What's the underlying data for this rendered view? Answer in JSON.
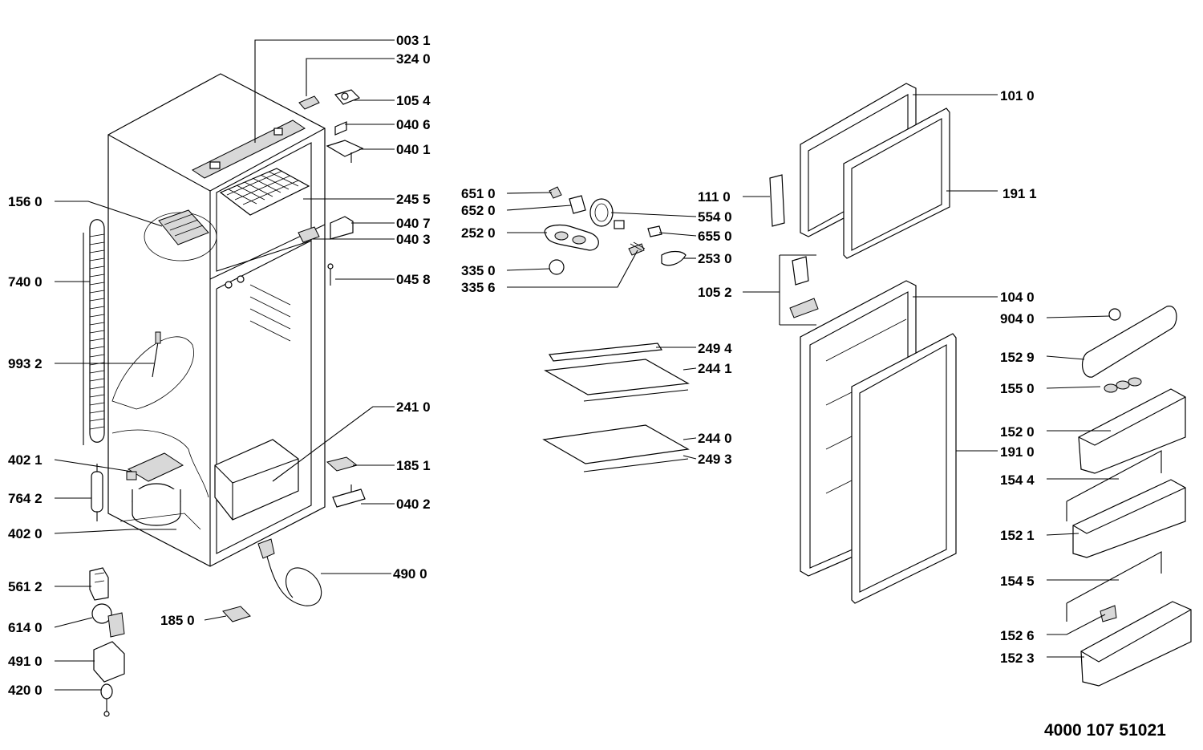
{
  "document_code": "4000 107 51021",
  "parts": [
    {
      "id": "p0031",
      "label": "003 1"
    },
    {
      "id": "p3240",
      "label": "324 0"
    },
    {
      "id": "p1054",
      "label": "105 4"
    },
    {
      "id": "p0406",
      "label": "040 6"
    },
    {
      "id": "p0401",
      "label": "040 1"
    },
    {
      "id": "p2455",
      "label": "245 5"
    },
    {
      "id": "p0407",
      "label": "040 7"
    },
    {
      "id": "p0403",
      "label": "040 3"
    },
    {
      "id": "p0458",
      "label": "045 8"
    },
    {
      "id": "p2410",
      "label": "241 0"
    },
    {
      "id": "p1851",
      "label": "185 1"
    },
    {
      "id": "p0402",
      "label": "040 2"
    },
    {
      "id": "p4900",
      "label": "490 0"
    },
    {
      "id": "p1850",
      "label": "185 0"
    },
    {
      "id": "p1560",
      "label": "156 0"
    },
    {
      "id": "p7400",
      "label": "740 0"
    },
    {
      "id": "p9932",
      "label": "993 2"
    },
    {
      "id": "p4021",
      "label": "402 1"
    },
    {
      "id": "p7642",
      "label": "764 2"
    },
    {
      "id": "p4020",
      "label": "402 0"
    },
    {
      "id": "p5612",
      "label": "561 2"
    },
    {
      "id": "p6140",
      "label": "614 0"
    },
    {
      "id": "p4910",
      "label": "491 0"
    },
    {
      "id": "p4200",
      "label": "420 0"
    },
    {
      "id": "p6510",
      "label": "651 0"
    },
    {
      "id": "p6520",
      "label": "652 0"
    },
    {
      "id": "p2520",
      "label": "252 0"
    },
    {
      "id": "p3350",
      "label": "335 0"
    },
    {
      "id": "p3356",
      "label": "335 6"
    },
    {
      "id": "p1110",
      "label": "111 0"
    },
    {
      "id": "p5540",
      "label": "554 0"
    },
    {
      "id": "p6550",
      "label": "655 0"
    },
    {
      "id": "p2530",
      "label": "253 0"
    },
    {
      "id": "p1052",
      "label": "105 2"
    },
    {
      "id": "p2494",
      "label": "249 4"
    },
    {
      "id": "p2441",
      "label": "244 1"
    },
    {
      "id": "p2440",
      "label": "244 0"
    },
    {
      "id": "p2493",
      "label": "249 3"
    },
    {
      "id": "p1010",
      "label": "101 0"
    },
    {
      "id": "p1911",
      "label": "191 1"
    },
    {
      "id": "p1040",
      "label": "104 0"
    },
    {
      "id": "p9040",
      "label": "904 0"
    },
    {
      "id": "p1529",
      "label": "152 9"
    },
    {
      "id": "p1550",
      "label": "155 0"
    },
    {
      "id": "p1520",
      "label": "152 0"
    },
    {
      "id": "p1910",
      "label": "191 0"
    },
    {
      "id": "p1544",
      "label": "154 4"
    },
    {
      "id": "p1521",
      "label": "152 1"
    },
    {
      "id": "p1545",
      "label": "154 5"
    },
    {
      "id": "p1526",
      "label": "152 6"
    },
    {
      "id": "p1523",
      "label": "152 3"
    }
  ]
}
